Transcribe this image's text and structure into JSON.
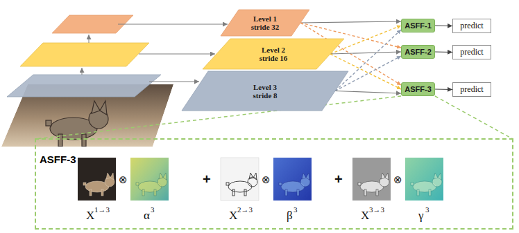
{
  "diagram": {
    "nodes": [
      {
        "text": [
          "Level 1 stride 32"
        ]
      },
      {
        "text": [
          "Level 2 stride 16"
        ]
      },
      {
        "text": [
          "Level 3 stride 8"
        ]
      },
      {
        "text": [
          "ASFF-1"
        ]
      },
      {
        "text": [
          "predict"
        ]
      },
      {
        "text": [
          "ASFF-2"
        ]
      },
      {
        "text": [
          "predict"
        ]
      },
      {
        "text": [
          "ASFF-3"
        ]
      },
      {
        "text": [
          "predict"
        ]
      },
      {
        "text": [
          "ASFF-3"
        ]
      }
    ],
    "edges": [
      {
        "from": 0,
        "to": 3,
        "arrow": "to"
      },
      {
        "from": 0,
        "to": 5,
        "arrow": "to"
      },
      {
        "from": 0,
        "to": 7,
        "arrow": "to"
      },
      {
        "from": 1,
        "to": 3,
        "arrow": "to"
      },
      {
        "from": 1,
        "to": 5,
        "arrow": "to"
      },
      {
        "from": 1,
        "to": 7,
        "arrow": "to"
      },
      {
        "from": 2,
        "to": 3,
        "arrow": "to"
      },
      {
        "from": 2,
        "to": 5,
        "arrow": "to"
      },
      {
        "from": 2,
        "to": 7,
        "arrow": "to"
      },
      {
        "from": 3,
        "to": 4,
        "arrow": "to"
      },
      {
        "from": 5,
        "to": 6,
        "arrow": "to"
      },
      {
        "from": 7,
        "to": 8,
        "arrow": "to"
      },
      {
        "from": 7,
        "to": 9,
        "arrow": "none"
      }
    ],
    "labels": [
      "X",
      "1→3",
      "⊗",
      "α",
      "3",
      "+",
      "X",
      "2→3",
      "⊗",
      "β",
      "3",
      "+",
      "X",
      "3→3",
      "⊗",
      "γ",
      "3"
    ]
  }
}
